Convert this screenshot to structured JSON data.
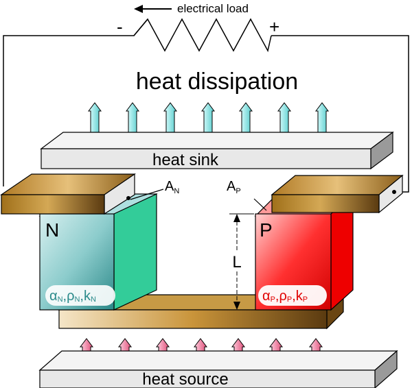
{
  "load": {
    "label": "electrical load",
    "minus": "-",
    "plus": "+"
  },
  "heat_dissipation": "heat dissipation",
  "heat_sink": "heat sink",
  "heat_source": "heat source",
  "n_leg": {
    "letter": "N",
    "area": "A",
    "area_sub": "N",
    "alpha": "α",
    "rho": "ρ",
    "k": "k",
    "sub": "N"
  },
  "p_leg": {
    "letter": "P",
    "area": "A",
    "area_sub": "P",
    "alpha": "α",
    "rho": "ρ",
    "k": "k",
    "sub": "P"
  },
  "length": "L",
  "colors": {
    "n_front": "#b8dede",
    "n_side": "#33cc99",
    "p_front": "#ff3333",
    "p_side": "#ee0000",
    "electrode": "#b8862a",
    "sink": "#e8e8e8",
    "arrow_up": "#88eeee",
    "arrow_source": "#ff6699"
  }
}
